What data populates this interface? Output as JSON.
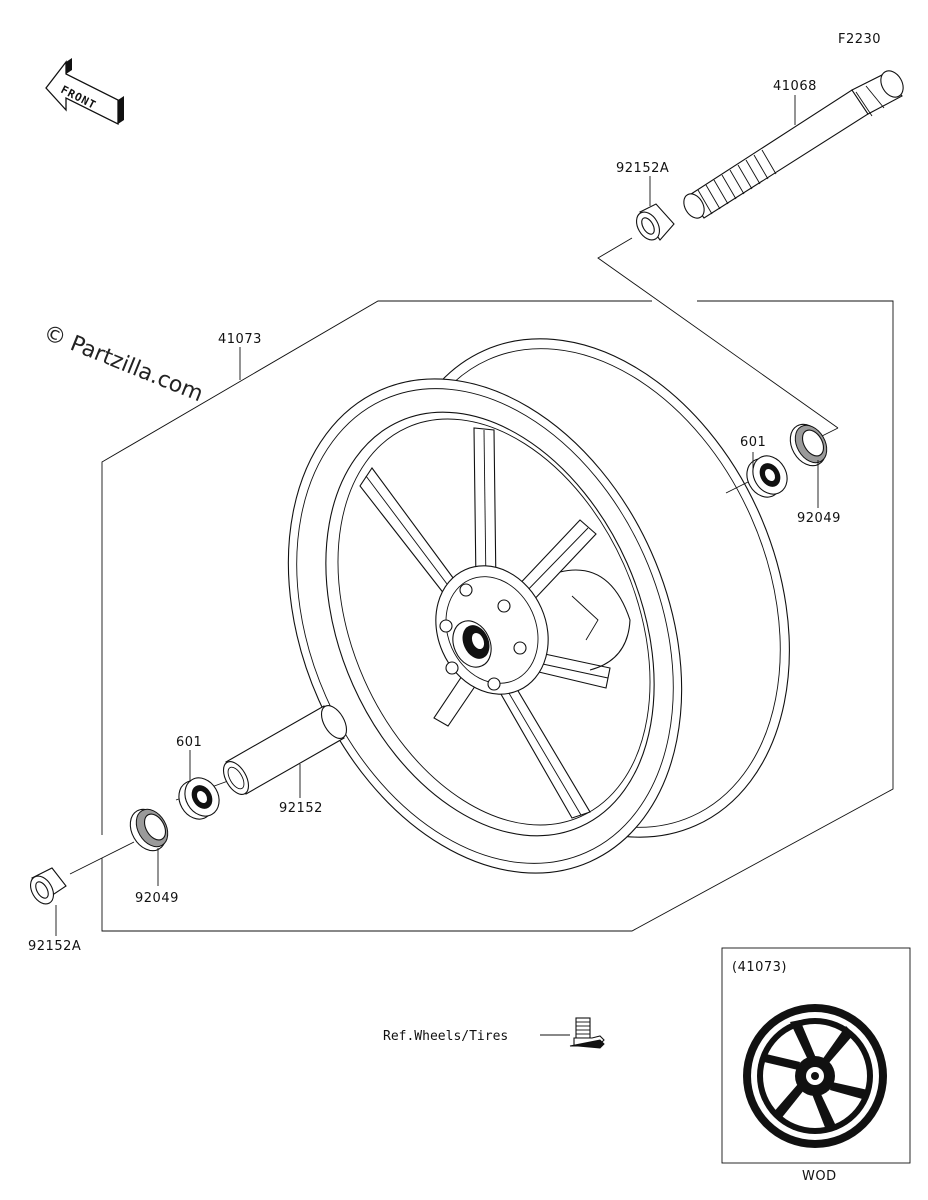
{
  "figure_code": "F2230",
  "front_arrow_label": "FRONT",
  "watermark": "© Partzilla.com",
  "parts": {
    "axle": "41068",
    "collar_top": "92152A",
    "wheel_assy": "41073",
    "bearing_right": "601",
    "seal_right": "92049",
    "bearing_left": "601",
    "spacer": "92152",
    "seal_left": "92049",
    "collar_bottom": "92152A"
  },
  "reference_label": "Ref.Wheels/Tires",
  "inset": {
    "title": "(41073)",
    "caption": "WOD"
  }
}
